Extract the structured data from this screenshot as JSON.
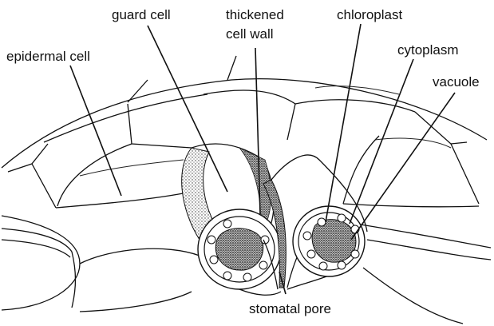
{
  "labels": {
    "guard_cell": "guard cell",
    "thickened_line1": "thickened",
    "thickened_line2": "cell wall",
    "chloroplast": "chloroplast",
    "epidermal_cell": "epidermal cell",
    "cytoplasm": "cytoplasm",
    "vacuole": "vacuole",
    "stomatal_pore": "stomatal pore"
  }
}
